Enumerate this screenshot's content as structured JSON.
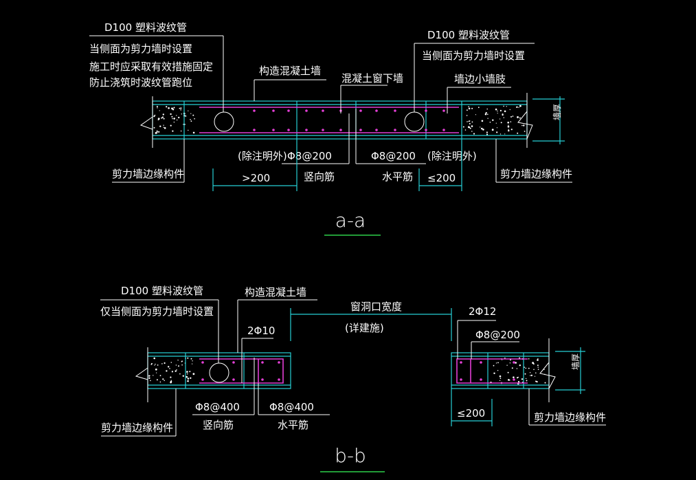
{
  "section_aa": {
    "title": "a-a",
    "label_d100": "D100   塑料波纹管",
    "note_left_1": "当侧面为剪力墙时设置",
    "note_left_2": "施工时应采取有效措施固定",
    "note_left_3": "防止浇筑时波纹管跑位",
    "label_d100_right": "D100   塑料波纹管",
    "note_right": "当侧面为剪力墙时设置",
    "label_struct_wall": "构造混凝土墙",
    "label_window_wall": "混凝土窗下墙",
    "label_small_pier": "墙边小墙肢",
    "label_thickness": "墙厚",
    "label_edge_left": "剪力墙边缘构件",
    "label_edge_right": "剪力墙边缘构件",
    "label_unless_left": "(除注明外)",
    "label_unless_right": "(除注明外)",
    "label_rebar_v": "Φ8@200",
    "label_rebar_h": "Φ8@200",
    "label_vertical": "竖向筋",
    "label_horizontal": "水平筋",
    "dim_left": ">200",
    "dim_right": "≤200"
  },
  "section_bb": {
    "title": "b-b",
    "label_d100": "D100  塑料波纹管",
    "note_left": "仅当侧面为剪力墙时设置",
    "label_struct_wall": "构造混凝土墙",
    "label_window_width": "窗洞口宽度",
    "label_see_arch": "(详建施)",
    "label_2phi10": "2Φ10",
    "label_2phi12": "2Φ12",
    "label_rebar_right": "Φ8@200",
    "label_rebar_v": "Φ8@400",
    "label_rebar_h": "Φ8@400",
    "label_vertical": "竖向筋",
    "label_horizontal": "水平筋",
    "label_edge_left": "剪力墙边缘构件",
    "label_edge_right": "剪力墙边缘构件",
    "dim_right": "≤200",
    "label_thickness": "墙厚"
  },
  "colors": {
    "background": "#000000",
    "line": "#ffffff",
    "outline": "#27d0d6",
    "rebar": "#e33fd6",
    "title_underline": "#2ed04a"
  }
}
